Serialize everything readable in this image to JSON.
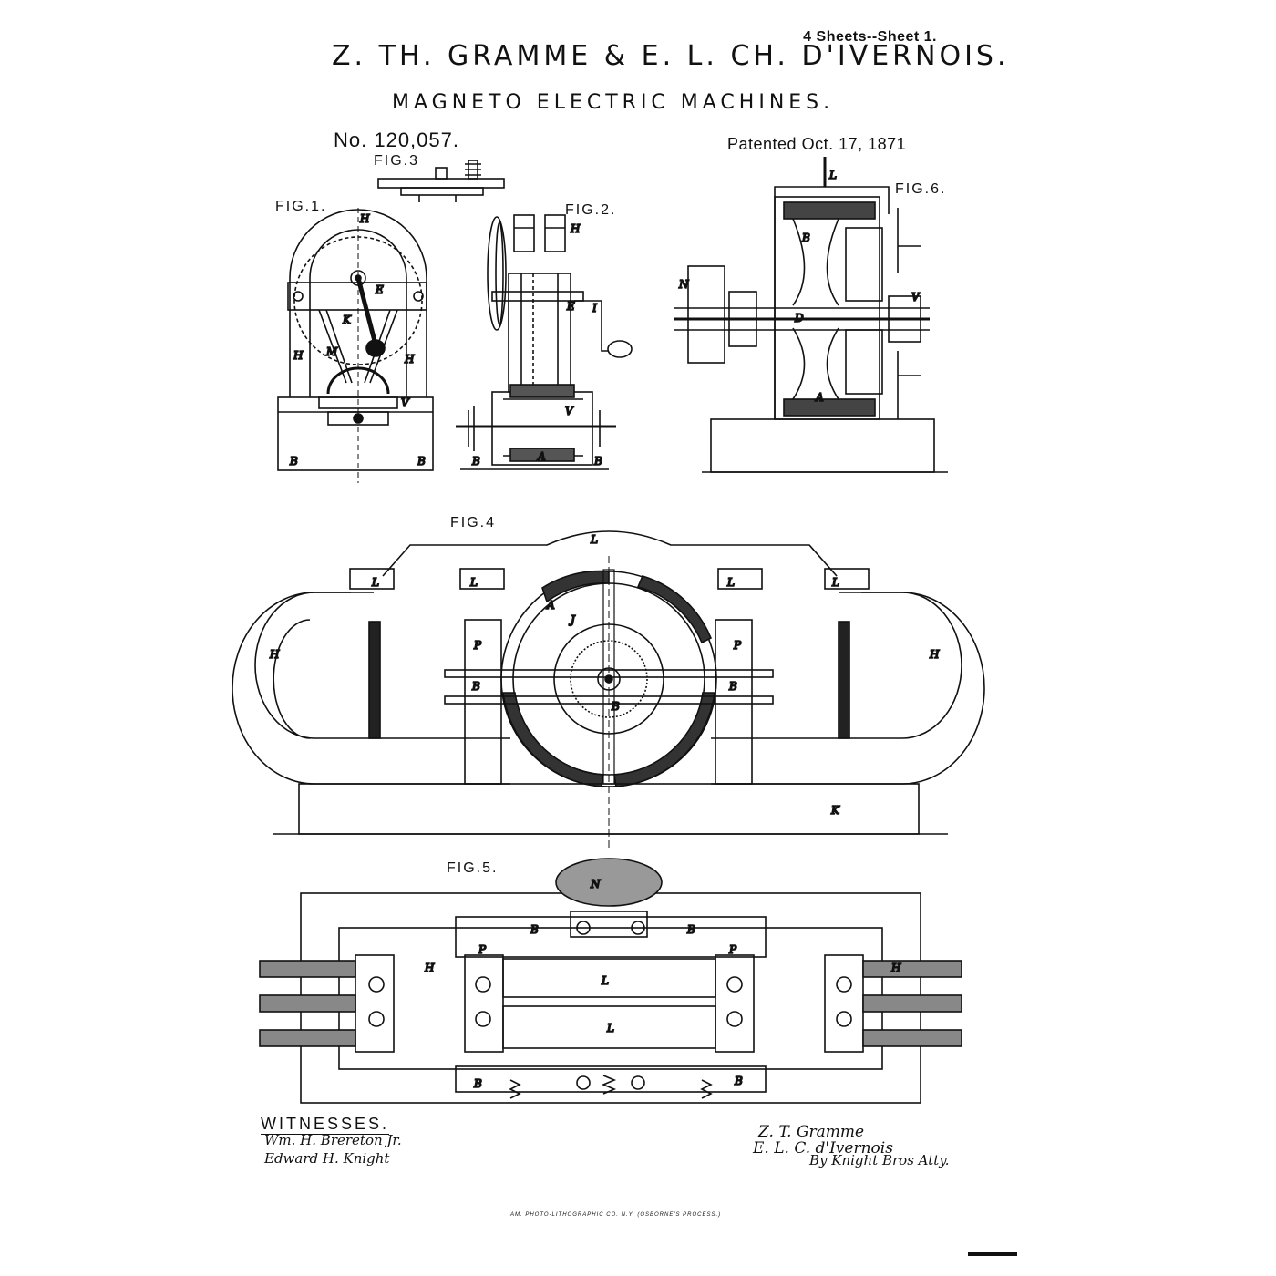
{
  "header": {
    "sheet": "4 Sheets--Sheet 1.",
    "inventors": "Z. TH. GRAMME & E. L. CH. D'IVERNOIS.",
    "title": "MAGNETO ELECTRIC MACHINES.",
    "patent_number": "No. 120,057.",
    "patent_date": "Patented Oct. 17, 1871"
  },
  "figures": {
    "fig1": "FIG.1.",
    "fig2": "FIG.2.",
    "fig3": "FIG.3",
    "fig4": "FIG.4",
    "fig5": "FIG.5.",
    "fig6": "FIG.6."
  },
  "signatures": {
    "witnesses_label": "WITNESSES.",
    "witness1": "Wm. H. Brereton Jr.",
    "witness2": "Edward H. Knight",
    "inventor1": "Z. T. Gramme",
    "inventor2": "E. L. C. d'Ivernois",
    "attorney": "By Knight Bros Atty."
  },
  "footer": "AM. PHOTO-LITHOGRAPHIC CO. N.Y. (OSBORNE'S PROCESS.)"
}
